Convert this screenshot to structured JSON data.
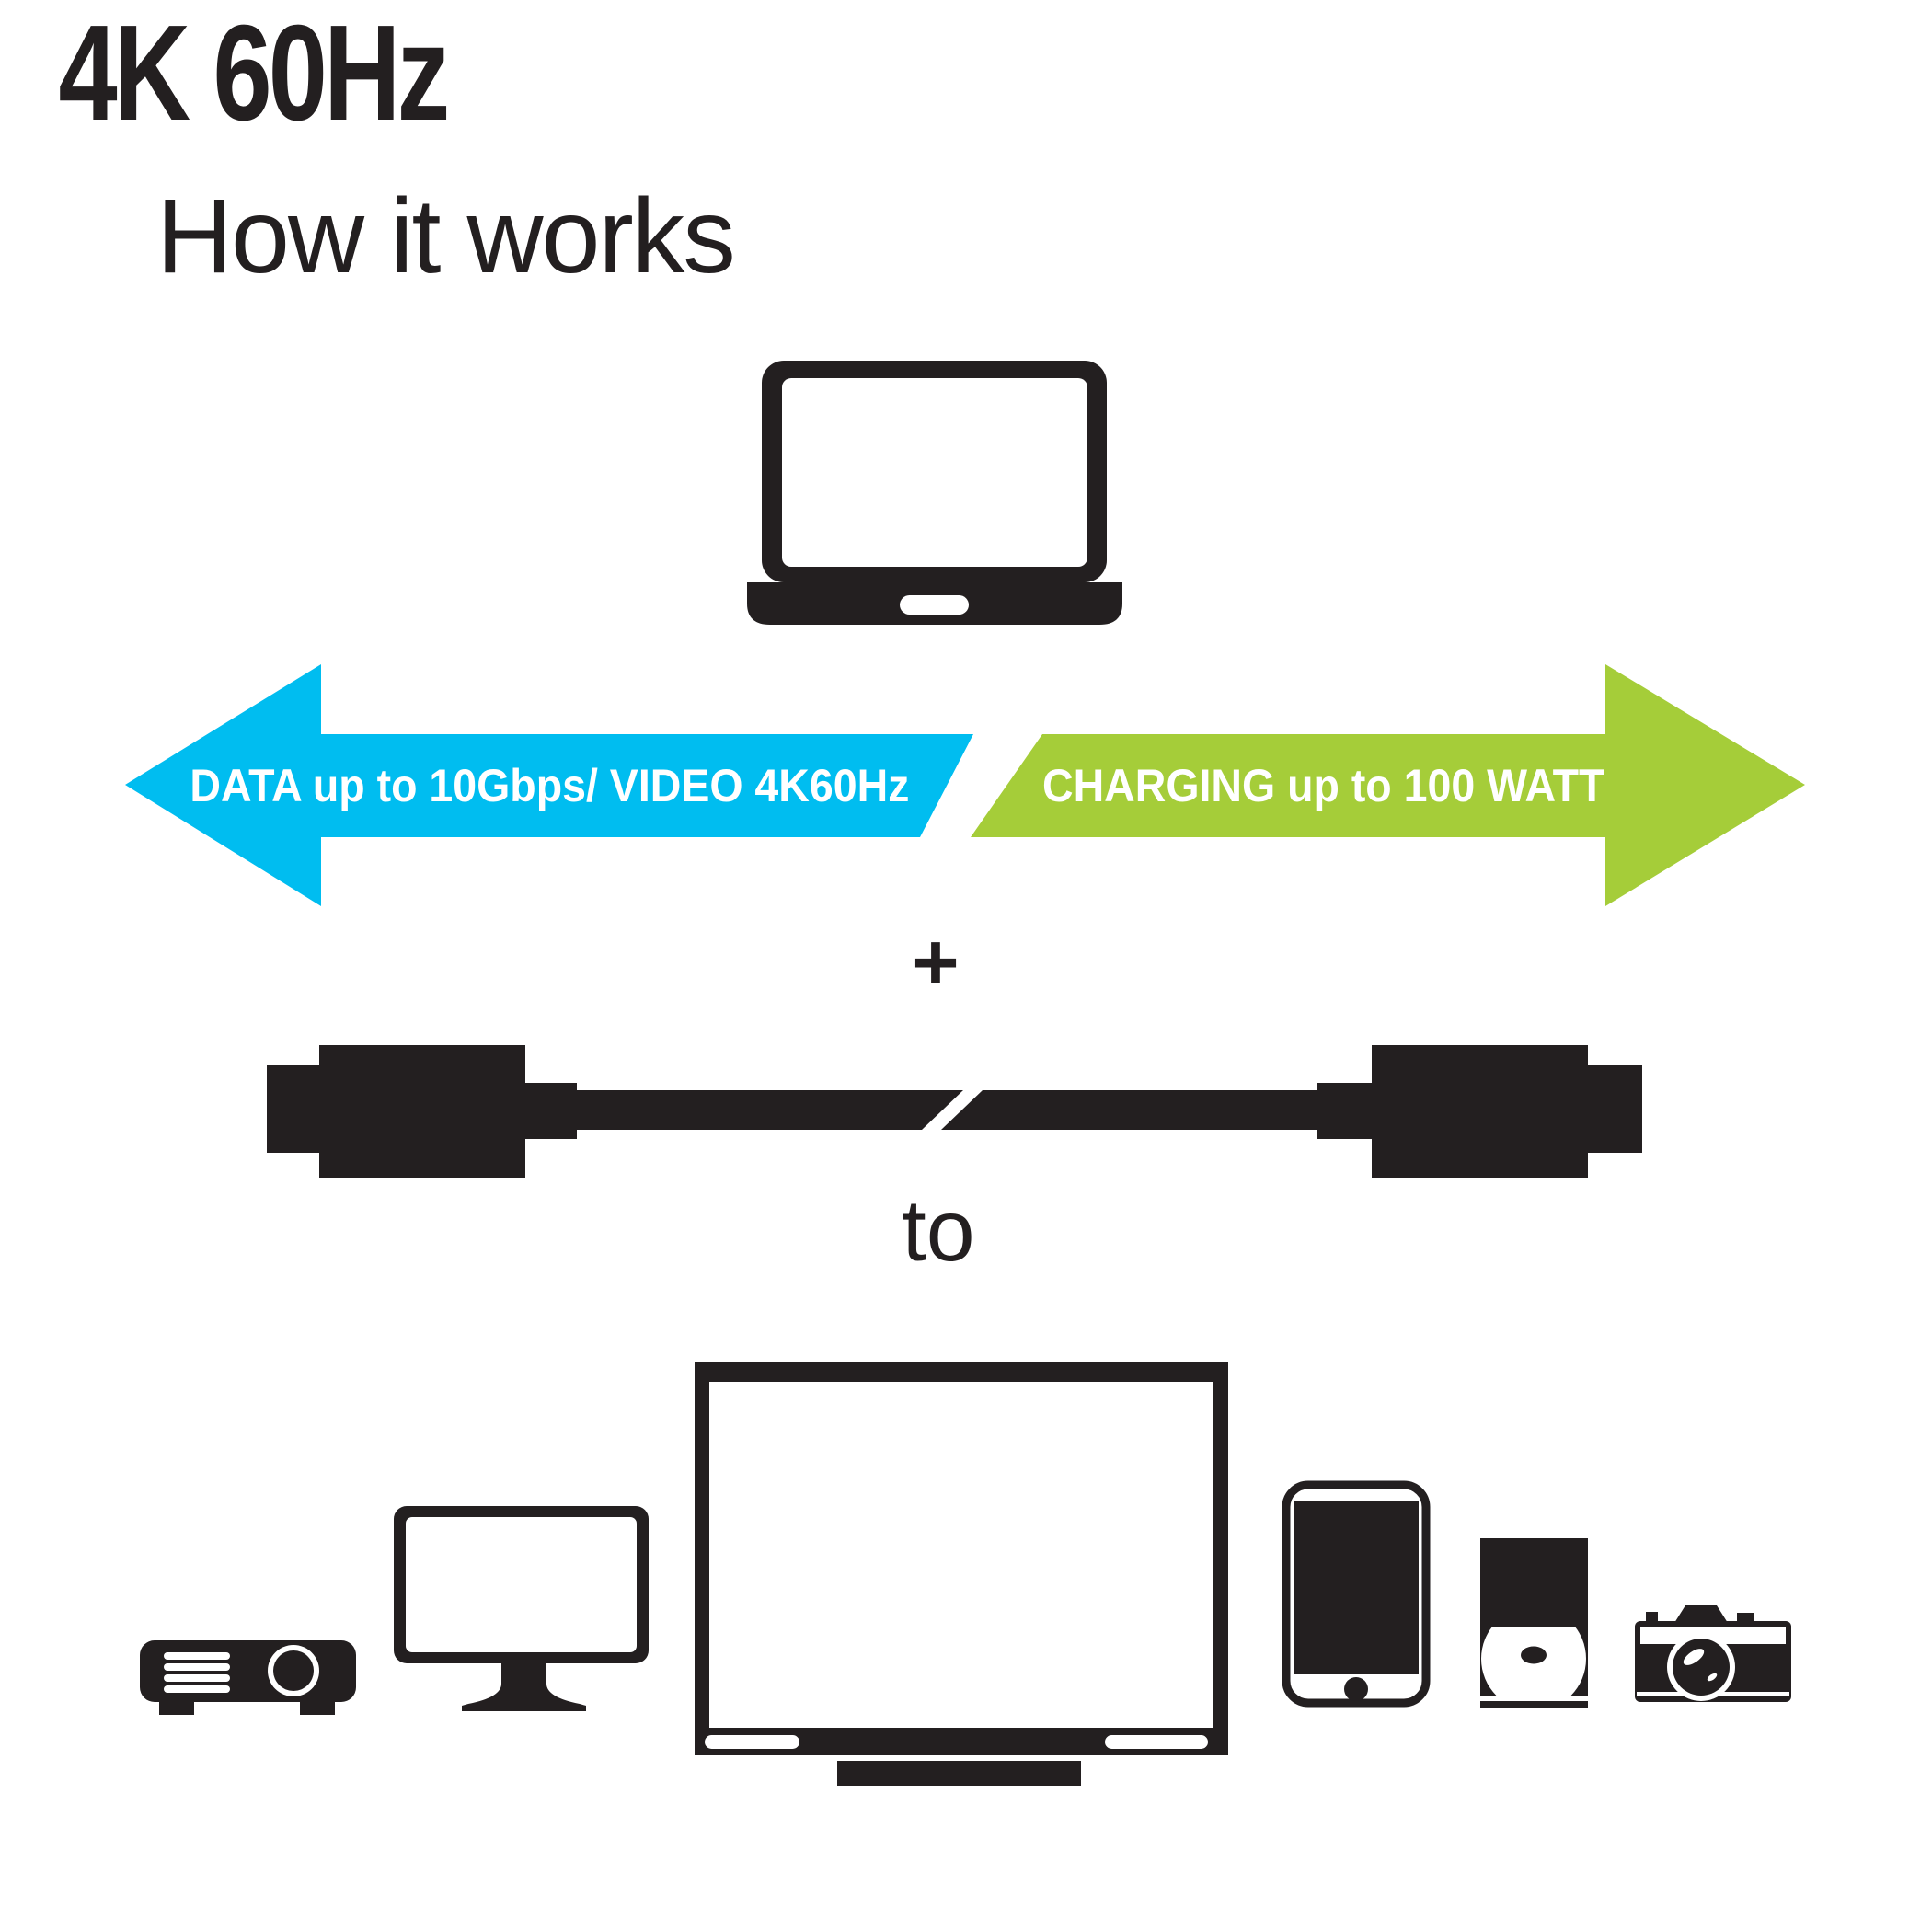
{
  "title": "How it works",
  "colors": {
    "ink": "#231f20",
    "data_blue": "#00bdf0",
    "charging_green": "#a5cd39",
    "background": "#ffffff"
  },
  "source_device": {
    "icon": "laptop-icon"
  },
  "arrows": {
    "data": {
      "label": "DATA up to 10Gbps/ VIDEO 4K60Hz",
      "color": "#00bdf0",
      "direction": "left"
    },
    "charging": {
      "label": "CHARGING up to 100 WATT",
      "color": "#a5cd39",
      "direction": "right"
    }
  },
  "connector_plus": "+",
  "cable": {
    "icon": "usb-cable-icon"
  },
  "connector_to": "to",
  "devices": [
    {
      "icon": "projector-icon"
    },
    {
      "icon": "monitor-icon"
    },
    {
      "icon": "tv-icon",
      "label": "4K 60Hz"
    },
    {
      "icon": "tablet-icon"
    },
    {
      "icon": "media-player-icon"
    },
    {
      "icon": "camera-icon"
    }
  ]
}
